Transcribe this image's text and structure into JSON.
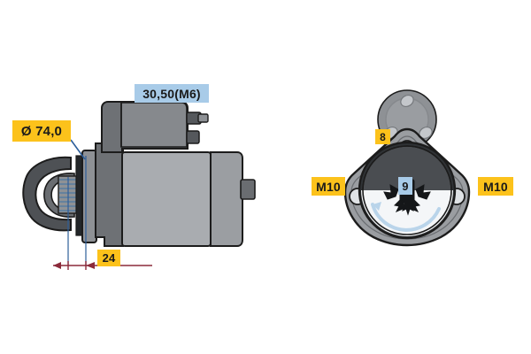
{
  "figure": {
    "title": "Starter motor technical drawing",
    "background_color": "#ffffff",
    "views": [
      {
        "name": "side-view",
        "description": "Starter motor side elevation with solenoid and drive pinion"
      },
      {
        "name": "end-view",
        "description": "Drive end mounting flange with pinion gear and rotation direction"
      }
    ]
  },
  "callouts": {
    "diameter": {
      "label": "Ø 74,0",
      "color": "#fcc21b",
      "kind": "yellow"
    },
    "length": {
      "label": "24",
      "color": "#fcc21b",
      "kind": "yellow"
    },
    "terminal": {
      "label": "30,50(M6)",
      "color": "#a8cbe8",
      "kind": "blue"
    },
    "teeth_8": {
      "label": "8",
      "color": "#fcc21b",
      "kind": "yellow"
    },
    "teeth_9": {
      "label": "9",
      "color": "#a8cbe8",
      "kind": "blue"
    },
    "thread_left": {
      "label": "M10",
      "color": "#fcc21b",
      "kind": "yellow"
    },
    "thread_right": {
      "label": "M10",
      "color": "#fcc21b",
      "kind": "yellow"
    }
  },
  "colors": {
    "outline": "#1c1c1c",
    "body_light": "#a9acb0",
    "body_mid": "#86898d",
    "body_dark": "#6a6d71",
    "body_darker": "#55585c",
    "flange_fill": "#9a9da1",
    "bore_dark": "#3a3d41",
    "bore_light": "#f2f4f6",
    "dimension_line": "#8b2a3a",
    "leader_line": "#2d5f9a",
    "arrow_blue": "#b9d4ea",
    "label_yellow": "#fcc21b",
    "label_blue": "#a8cbe8"
  }
}
